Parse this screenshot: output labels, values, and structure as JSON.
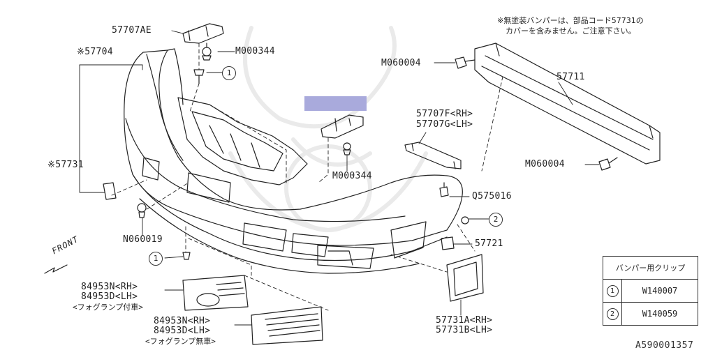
{
  "note": {
    "line1": "※無塗装バンパーは、部品コード57731の",
    "line2": "カバーを含みません。ご注意下さい。"
  },
  "labels": {
    "p57707AE": "57707AE",
    "p57704": "※57704",
    "m000344_top": "M000344",
    "m000344_mid": "M000344",
    "m060004_top": "M060004",
    "m060004_bot": "M060004",
    "p57711": "57711",
    "p57707F": "57707F<RH>",
    "p57707G": "57707G<LH>",
    "p57731": "※57731",
    "q575016": "Q575016",
    "n060019": "N060019",
    "p57721": "57721",
    "front": "FRONT",
    "fog_with_rh": "84953N<RH>",
    "fog_with_lh": "84953D<LH>",
    "fog_with_note": "<フォグランプ付車>",
    "fog_without_rh": "84953N<RH>",
    "fog_without_lh": "84953D<LH>",
    "fog_without_note": "<フォグランプ無車>",
    "p57731A": "57731A<RH>",
    "p57731B": "57731B<LH>",
    "reference": "A590001357"
  },
  "markers": {
    "one": "1",
    "two": "2"
  },
  "clip_table": {
    "header": "バンパー用クリップ",
    "rows": [
      {
        "num": "1",
        "code": "W140007"
      },
      {
        "num": "2",
        "code": "W140059"
      }
    ]
  }
}
